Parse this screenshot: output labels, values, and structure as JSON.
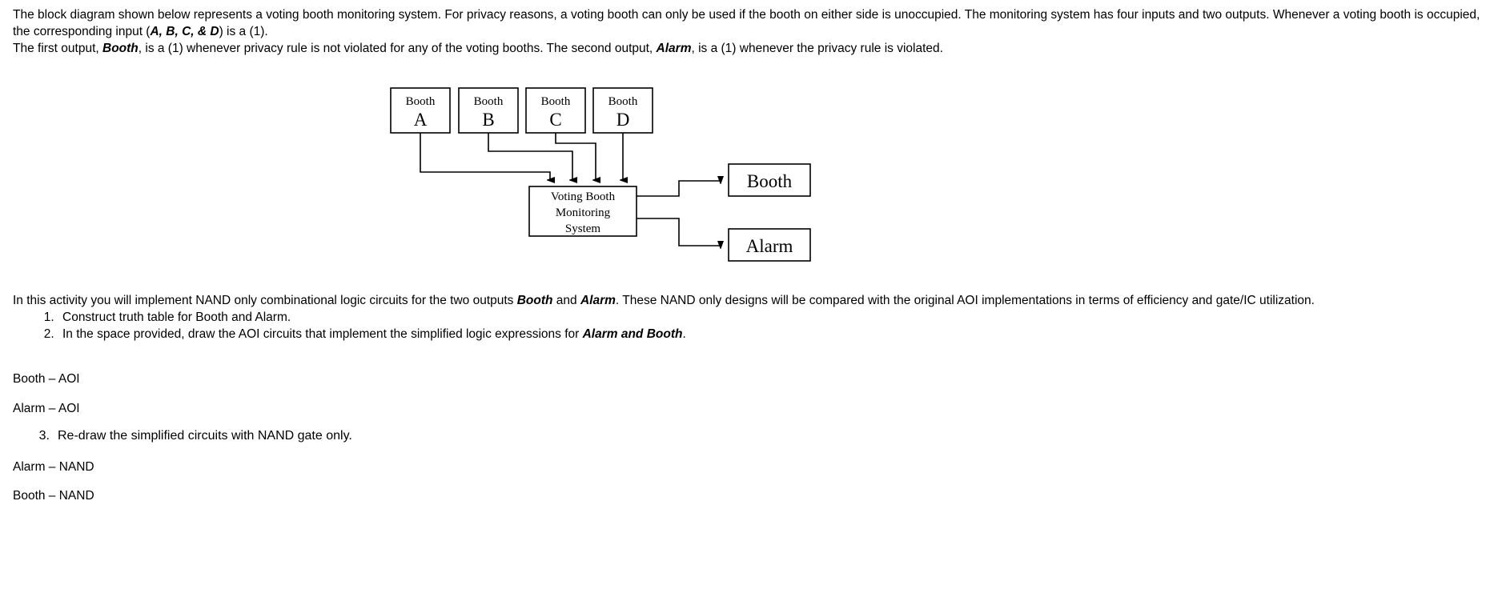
{
  "intro": {
    "line1_a": "The block diagram shown below represents a voting booth monitoring system. For privacy reasons, a voting booth can only be used if the booth on either side is unoccupied. The monitoring system has four inputs and two outputs. Whenever a voting booth is occupied, the corresponding input (",
    "line1_inputs": "A, B, C, & D",
    "line1_b": ") is a (1).",
    "line2_a": "The first output, ",
    "line2_booth": "Booth",
    "line2_b": ", is a (1) whenever privacy rule is not violated for any of the voting booths. The second output, ",
    "line2_alarm": "Alarm",
    "line2_c": ", is a (1) whenever the privacy rule is violated."
  },
  "diagram": {
    "booths": [
      {
        "title": "Booth",
        "letter": "A"
      },
      {
        "title": "Booth",
        "letter": "B"
      },
      {
        "title": "Booth",
        "letter": "C"
      },
      {
        "title": "Booth",
        "letter": "D"
      }
    ],
    "system": {
      "line1": "Voting Booth",
      "line2": "Monitoring",
      "line3": "System"
    },
    "outputs": [
      {
        "label": "Booth"
      },
      {
        "label": "Alarm"
      }
    ]
  },
  "activity": {
    "para_a": "In this activity you will implement NAND only combinational logic circuits for the two outputs ",
    "para_booth": "Booth",
    "para_b": " and ",
    "para_alarm": "Alarm",
    "para_c": ". These NAND only designs will be compared with the original AOI implementations in terms of efficiency and gate/IC utilization.",
    "step1": "Construct truth table for Booth and Alarm.",
    "step2_a": "In the space provided, draw the AOI circuits that implement the simplified logic expressions for ",
    "step2_bold": "Alarm and Booth",
    "step2_b": ".",
    "step3_number": "3.",
    "step3": "Re-draw the simplified circuits with NAND gate only.",
    "booth_aoi": "Booth – AOI",
    "alarm_aoi": "Alarm – AOI",
    "alarm_nand": "Alarm – NAND",
    "booth_nand": "Booth – NAND"
  }
}
